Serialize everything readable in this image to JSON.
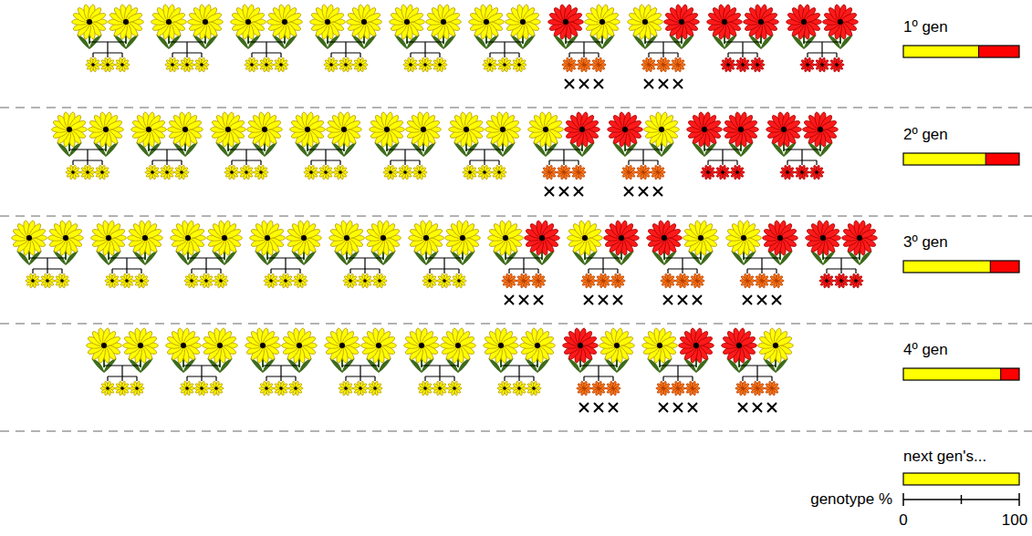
{
  "diagram": {
    "labels": [
      "1º gen",
      "2º gen",
      "3º gen",
      "4º gen",
      "next gen's...",
      "genotype %",
      "0",
      "100"
    ]
  }
}
